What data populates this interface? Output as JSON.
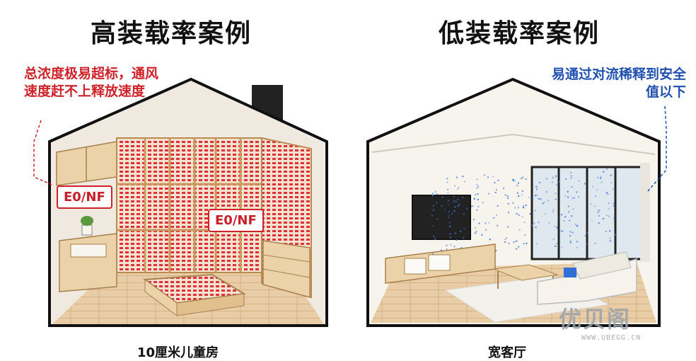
{
  "titles": {
    "left": "高装载率案例",
    "right": "低装载率案例"
  },
  "notes": {
    "left": "总浓度极易超标，通风速度赶不上释放速度",
    "right": "易通过对流稀释到安全值以下"
  },
  "labels": {
    "left_1": "E0/NF",
    "left_2": "E0/NF"
  },
  "captions": {
    "left": "10厘米儿童房",
    "right": "宽客厅"
  },
  "watermark": {
    "brand": "优贝阁",
    "url": "WWW.UBEGG.CN"
  },
  "colors": {
    "emission_red": "#e0303a",
    "dilution_blue": "#3a78d8",
    "wood": "#e9c99a",
    "outline": "#111111"
  }
}
